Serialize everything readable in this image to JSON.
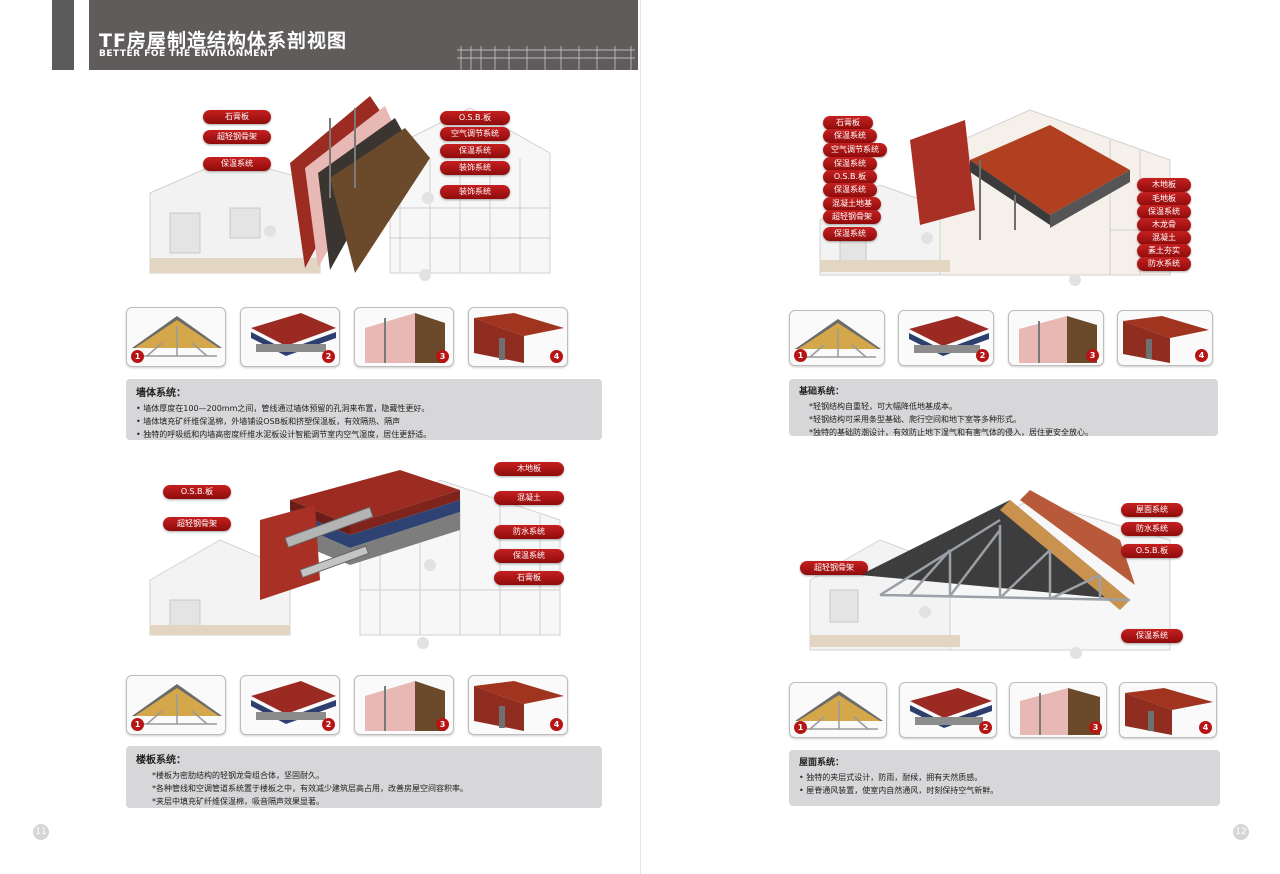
{
  "header": {
    "title": "TF房屋制造结构体系剖视图",
    "subtitle": "BETTER FOE THE ENVIRONMENT"
  },
  "colors": {
    "accent": "#b71414",
    "header_bg": "#5f5c5b",
    "info_bg": "#d7d7d9"
  },
  "wall_scene": {
    "labels_left": [
      "石膏板",
      "超轻钢骨架",
      "保温系统"
    ],
    "labels_right": [
      "O.S.B.板",
      "空气调节系统",
      "保温系统",
      "装饰系统",
      "装饰系统"
    ]
  },
  "foundation_scene": {
    "labels_left": [
      "石膏板",
      "保温系统",
      "空气调节系统",
      "保温系统",
      "O.S.B.板",
      "保温系统",
      "混凝土地基",
      "超轻钢骨架",
      "保温系统"
    ],
    "labels_right": [
      "木地板",
      "毛地板",
      "保温系统",
      "木龙骨",
      "混凝土",
      "素土夯实",
      "防水系统"
    ]
  },
  "floor_scene": {
    "labels_left": [
      "O.S.B.板",
      "超轻钢骨架"
    ],
    "labels_right": [
      "木地板",
      "混凝土",
      "防水系统",
      "保温系统",
      "石膏板"
    ]
  },
  "roof_scene": {
    "labels_left": [
      "超轻钢骨架"
    ],
    "labels_right": [
      "屋面系统",
      "防水系统",
      "O.S.B.板",
      "保温系统"
    ]
  },
  "thumb_numbers": [
    "1",
    "2",
    "3",
    "4"
  ],
  "wall_info": {
    "title": "墙体系统：",
    "lines": [
      "•  墙体厚度在100—200mm之间，管线通过墙体预留的孔洞来布置，隐藏性更好。",
      "•  墙体填充矿纤维保温棉，外墙铺设OSB板和挤塑保温板，有效隔热、隔声",
      "•  独特的呼吸纸和内墙高密度纤维水泥板设计智能调节室内空气湿度，居住更舒适。"
    ]
  },
  "foundation_info": {
    "title": "基础系统：",
    "lines": [
      "*轻钢结构自重轻，可大幅降低地基成本。",
      "*轻钢结构可采用条型基础、爬行空间和地下室等多种形式。",
      "*独特的基础防潮设计，有效防止地下湿气和有害气体的侵入，居住更安全放心。"
    ]
  },
  "floor_info": {
    "title": "楼板系统：",
    "lines": [
      "*楼板为密肋结构的轻钢龙骨组合体，坚固耐久。",
      "*各种管线和空调管道系统置于楼板之中，有效减少建筑层高占用，改善房屋空间容积率。",
      "*夹层中填充矿纤维保温棉，吸音隔声效果显著。"
    ]
  },
  "roof_info": {
    "title": "屋面系统：",
    "lines": [
      "•  独特的夹层式设计，防雨，耐候，拥有天然质感。",
      "•  屋脊通风装置，使室内自然通风，时刻保持空气新鲜。"
    ]
  },
  "page_numbers": {
    "left": "11",
    "right": "12"
  }
}
